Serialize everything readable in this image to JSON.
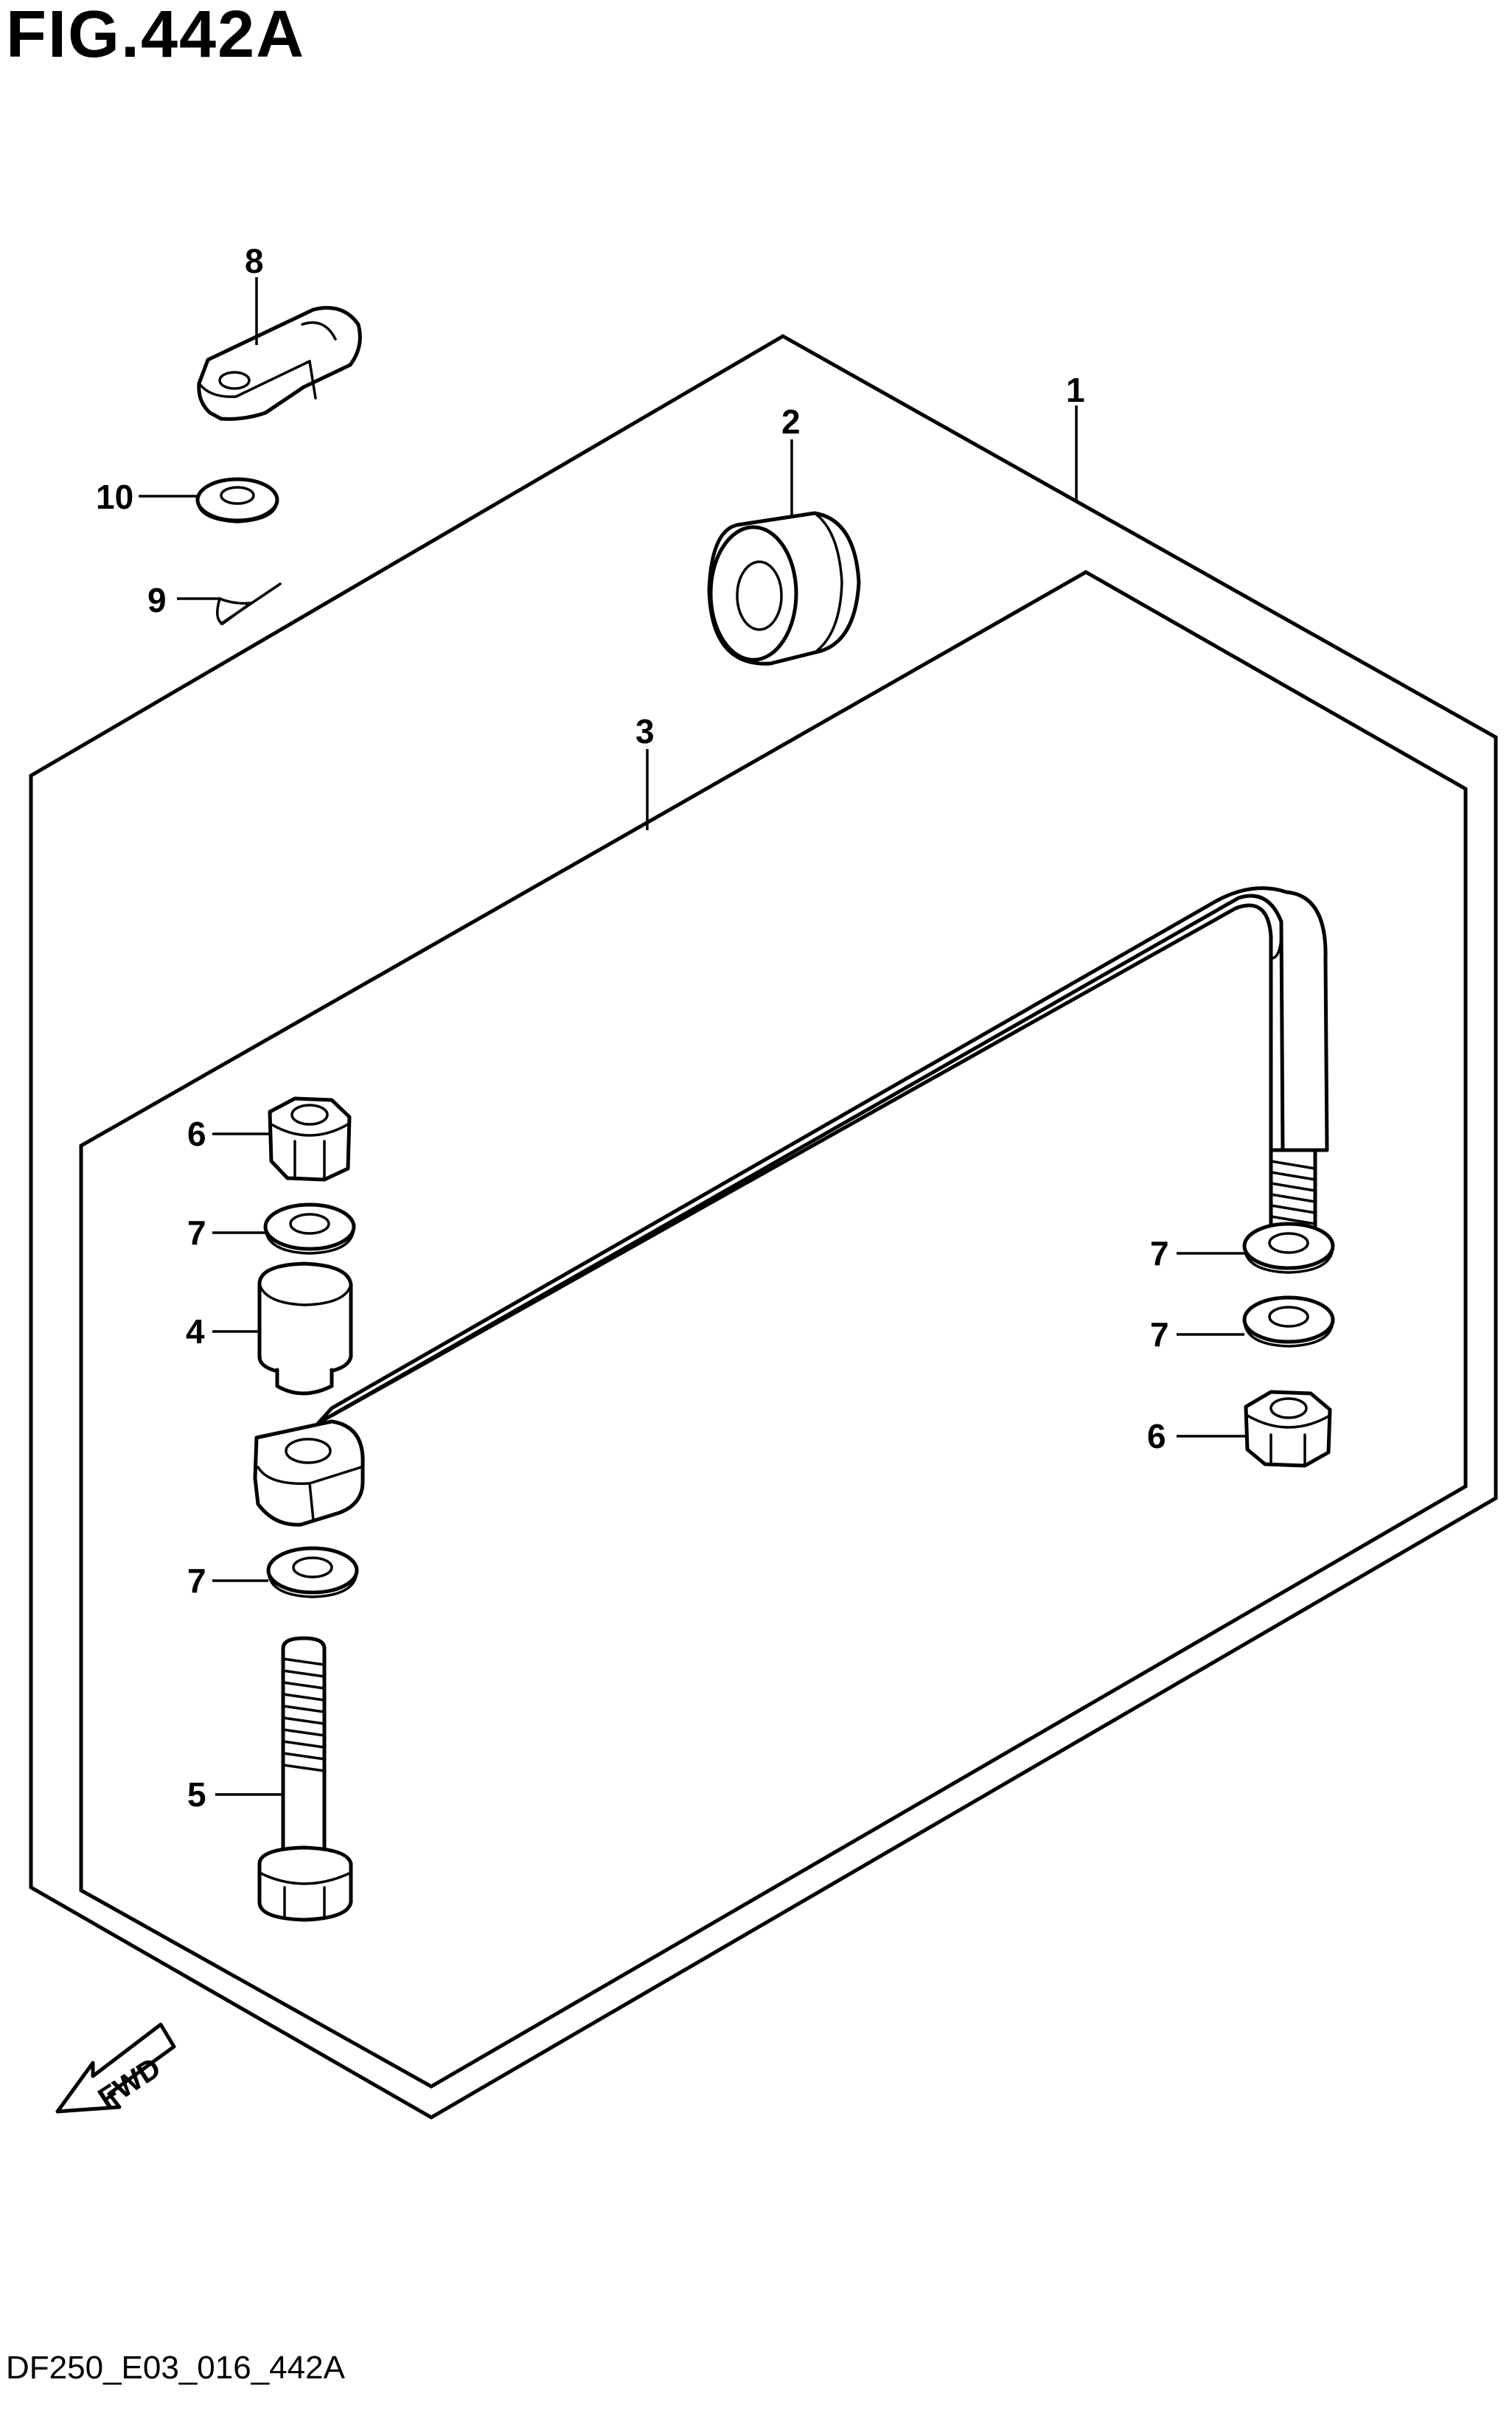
{
  "figure": {
    "title": "FIG.442A",
    "code": "DF250_E03_016_442A"
  },
  "direction_label": "FWD",
  "callouts": {
    "c1": "1",
    "c2": "2",
    "c3": "3",
    "c4": "4",
    "c5": "5",
    "c6a": "6",
    "c6b": "6",
    "c7a": "7",
    "c7b": "7",
    "c7c": "7",
    "c7d": "7",
    "c8": "8",
    "c9": "9",
    "c10": "10"
  },
  "colors": {
    "line": "#000000",
    "background": "#ffffff"
  }
}
